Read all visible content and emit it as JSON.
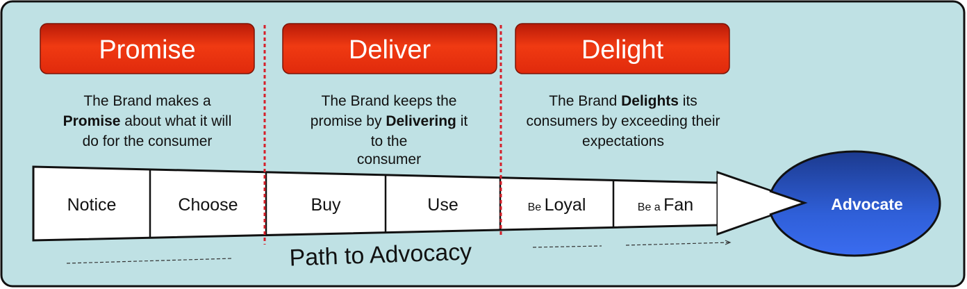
{
  "colors": {
    "background": "#bfe1e4",
    "header": "#e8300e",
    "advocate": "#2d5bd8",
    "divider": "#d6202a"
  },
  "stages": [
    {
      "title": "Promise",
      "desc": [
        [
          "The Brand makes a"
        ],
        [
          "Promise",
          " about what it will"
        ],
        [
          "do for the consumer"
        ]
      ]
    },
    {
      "title": "Deliver",
      "desc": [
        [
          "The Brand keeps the"
        ],
        [
          "promise by ",
          "Delivering",
          " it"
        ],
        [
          "to the"
        ],
        [
          "consumer"
        ]
      ]
    },
    {
      "title": "Delight",
      "desc": [
        [
          "The Brand ",
          "Delights",
          " its"
        ],
        [
          "consumers by exceeding their"
        ],
        [
          "expectations"
        ]
      ]
    }
  ],
  "steps": [
    {
      "small": "",
      "label": "Notice"
    },
    {
      "small": "",
      "label": "Choose"
    },
    {
      "small": "",
      "label": "Buy"
    },
    {
      "small": "",
      "label": "Use"
    },
    {
      "small": "Be ",
      "label": "Loyal"
    },
    {
      "small": "Be a ",
      "label": "Fan"
    }
  ],
  "goal": "Advocate",
  "caption": "Path to Advocacy"
}
